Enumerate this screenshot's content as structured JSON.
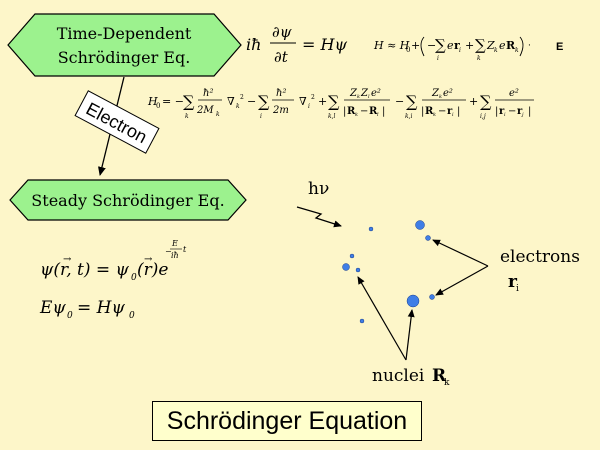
{
  "boxes": {
    "time_dependent_line1": "Time-Dependent",
    "time_dependent_line2": "Schrödinger Eq.",
    "steady": "Steady Schrödinger Eq."
  },
  "arrow_label": "Electron",
  "equations": {
    "td_lhs_ihbar": "iħ",
    "td_dpsi": "∂ψ",
    "td_dt": "∂t",
    "td_rhs": "= Hψ",
    "h_approx_lhs": "H ≈ H",
    "h_approx_rhs": "E",
    "h0_lhs": "H",
    "psi_lhs": "ψ(r, t) = ψ",
    "psi_rhs": "(r)e",
    "psi_exp_num": "E",
    "psi_exp_den": "iħ",
    "psi_exp_t": "t",
    "eig_lhs": "Eψ",
    "eig_rhs": "= Hψ",
    "sub0": "0"
  },
  "labels": {
    "hv": "hν",
    "electrons": "electrons",
    "r_i": "r",
    "r_sub": "i",
    "nuclei": "nuclei",
    "R_k": "R",
    "R_sub": "k"
  },
  "title": "Schrödinger Equation",
  "colors": {
    "background": "#fdf6c9",
    "box_fill": "#9cf28e",
    "particle": "#3f7ee6"
  }
}
